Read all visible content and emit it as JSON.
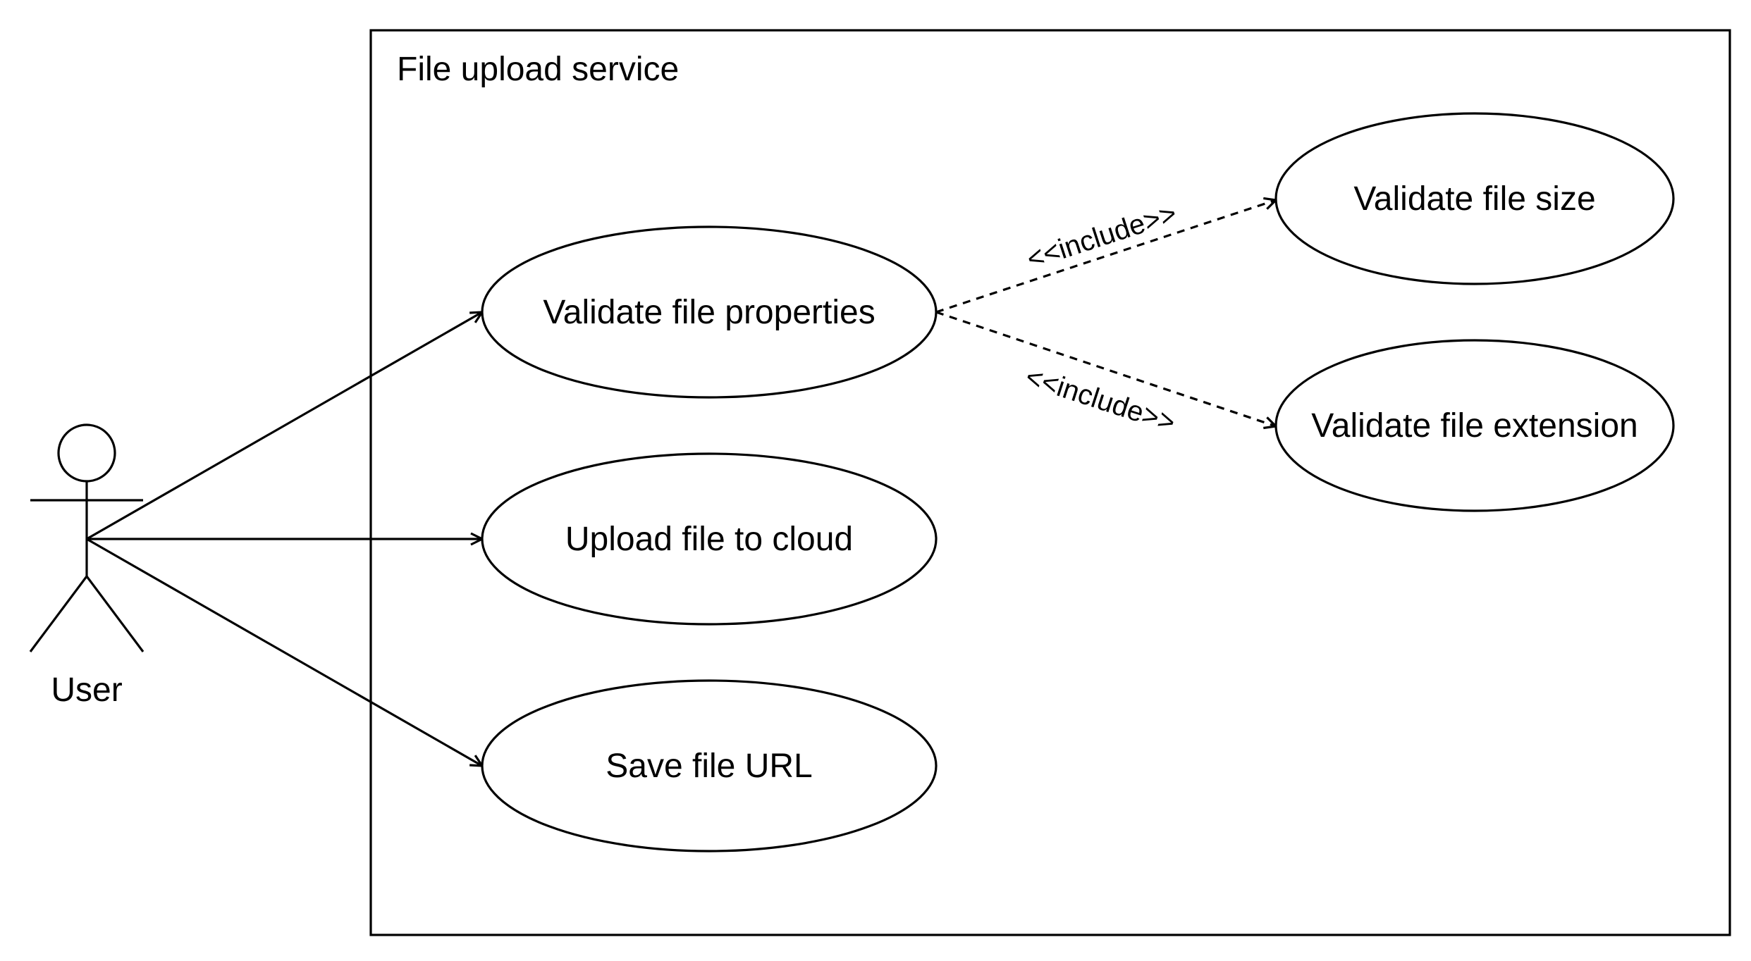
{
  "system": {
    "title": "File upload service"
  },
  "actor": {
    "name": "User"
  },
  "use_cases": {
    "validate_properties": "Validate file properties",
    "upload_to_cloud": "Upload file to cloud",
    "save_url": "Save file URL",
    "validate_size": "Validate file size",
    "validate_extension": "Validate file extension"
  },
  "relations": {
    "include_size": "<<include>>",
    "include_extension": "<<include>>"
  },
  "colors": {
    "stroke": "#000000",
    "background": "#ffffff"
  }
}
